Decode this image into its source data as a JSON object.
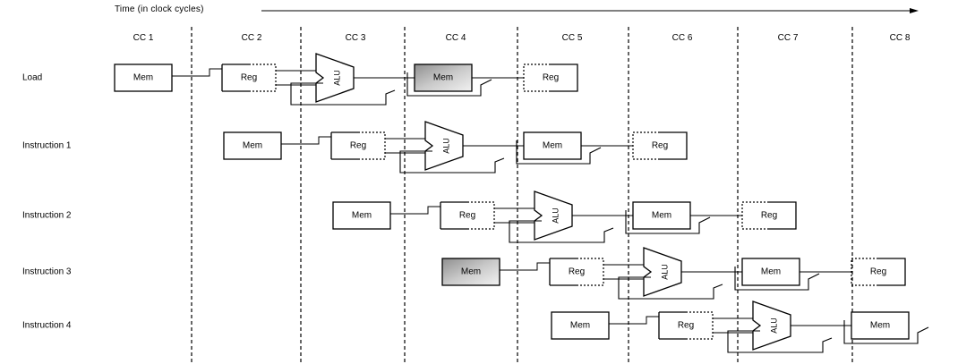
{
  "diagram": {
    "time_label": "Time (in clock cycles)",
    "clock_cycles": [
      "CC 1",
      "CC 2",
      "CC 3",
      "CC 4",
      "CC 5",
      "CC 6",
      "CC 7",
      "CC 8"
    ],
    "instructions": [
      {
        "label": "Load",
        "mem_shaded": false,
        "data_mem_shaded": true
      },
      {
        "label": "Instruction 1",
        "mem_shaded": false,
        "data_mem_shaded": false
      },
      {
        "label": "Instruction 2",
        "mem_shaded": false,
        "data_mem_shaded": false
      },
      {
        "label": "Instruction 3",
        "mem_shaded": true,
        "data_mem_shaded": false
      },
      {
        "label": "Instruction 4",
        "mem_shaded": false,
        "data_mem_shaded": false
      }
    ],
    "stage_labels": {
      "mem": "Mem",
      "reg": "Reg",
      "alu": "ALU"
    },
    "colors": {
      "shaded": "#a9a9a9",
      "line": "#000000"
    }
  }
}
